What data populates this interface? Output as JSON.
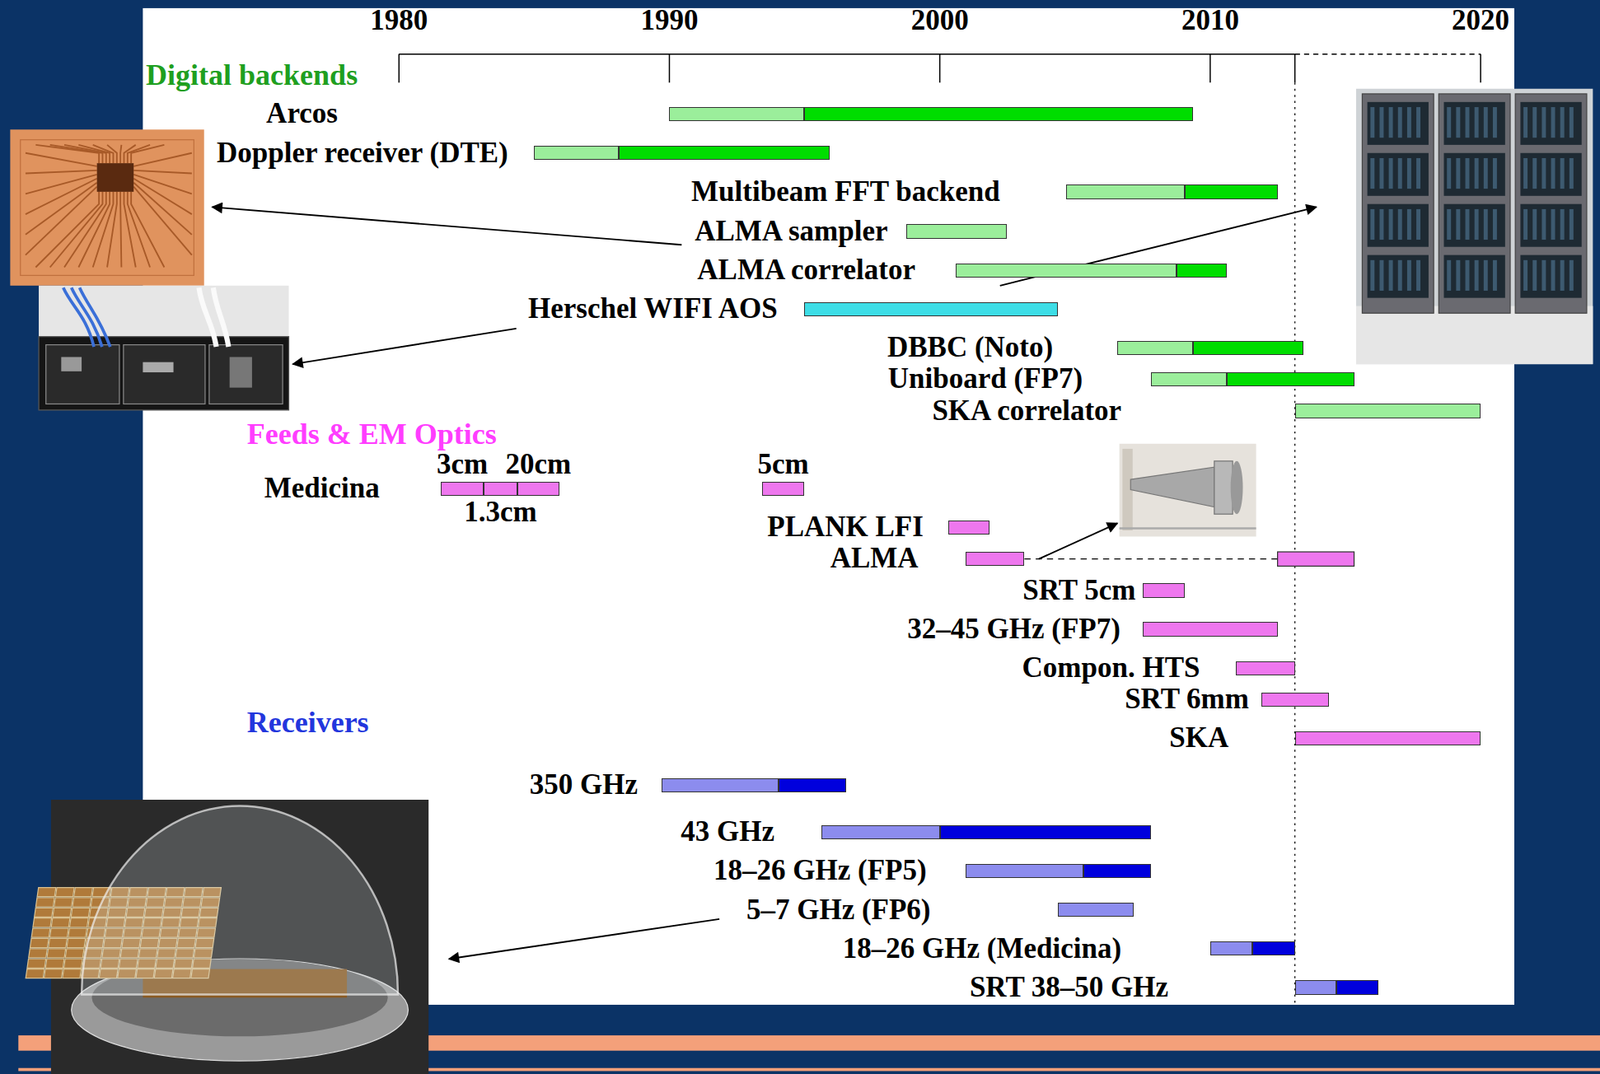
{
  "diagram": {
    "nodes": [
      {
        "text": [
          "Arcos"
        ]
      },
      {
        "text": [
          "Doppler receiver (DTE)"
        ]
      },
      {
        "text": [
          "Multibeam FFT backend"
        ]
      },
      {
        "text": [
          "ALMA sampler"
        ]
      },
      {
        "text": [
          "ALMA correlator"
        ]
      },
      {
        "text": [
          "Herschel WIFI AOS"
        ]
      },
      {
        "text": [
          "DBBC (Noto)"
        ]
      },
      {
        "text": [
          "Uniboard (FP7)"
        ]
      },
      {
        "text": [
          "SKA correlator"
        ]
      },
      {
        "text": [
          "3cm"
        ]
      },
      {
        "text": [
          "1.3cm"
        ]
      },
      {
        "text": [
          "20cm"
        ]
      },
      {
        "text": [
          "5cm"
        ]
      },
      {
        "text": [
          "PLANK LFI"
        ]
      },
      {
        "text": [
          "ALMA"
        ]
      },
      {
        "text": [
          "SRT 5cm"
        ]
      },
      {
        "text": [
          "32–45 GHz (FP7)"
        ]
      },
      {
        "text": [
          "Compon. HTS"
        ]
      },
      {
        "text": [
          "SRT 6mm"
        ]
      },
      {
        "text": [
          "SKA"
        ]
      },
      {
        "text": [
          "350 GHz"
        ]
      },
      {
        "text": [
          "43 GHz"
        ]
      },
      {
        "text": [
          "18–26 GHz (FP5)"
        ]
      },
      {
        "text": [
          "5–7 GHz (FP6)"
        ]
      },
      {
        "text": [
          "18–26 GHz (Medicina)"
        ]
      },
      {
        "text": [
          "SRT 38–50 GHz"
        ]
      }
    ],
    "labels": [
      "1980",
      "1990",
      "2000",
      "2010",
      "2020",
      "Digital backends",
      "Feeds & EM Optics",
      "Medicina",
      "Receivers"
    ]
  }
}
